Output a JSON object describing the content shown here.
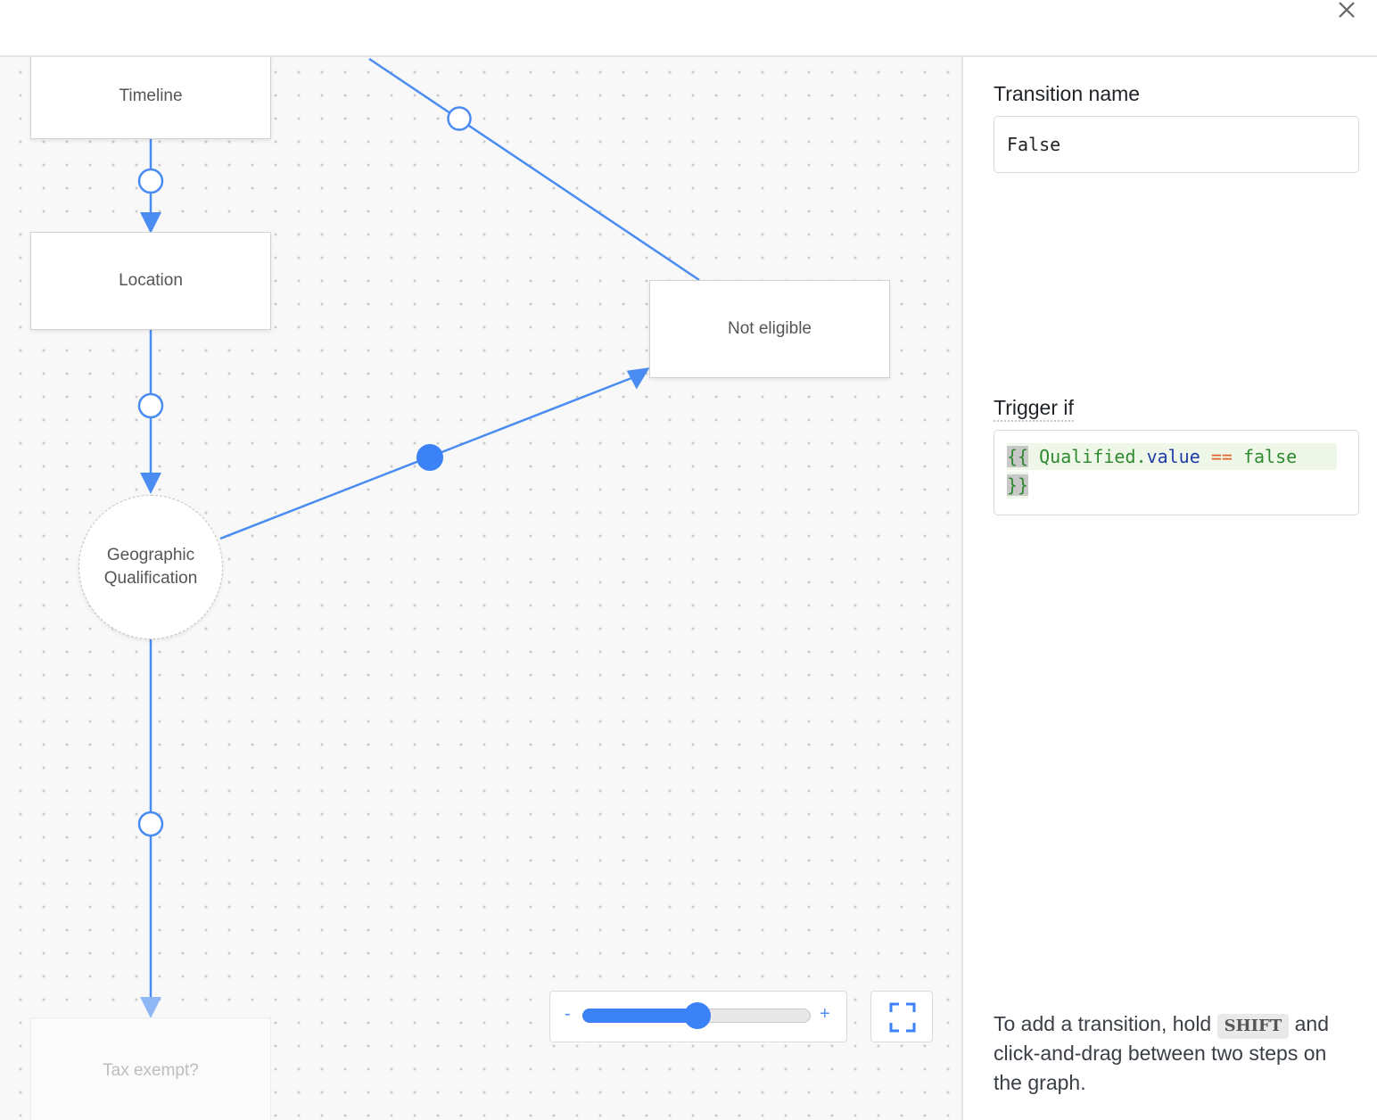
{
  "header": {
    "close_icon": "close-icon"
  },
  "graph": {
    "nodes": {
      "timeline": "Timeline",
      "location": "Location",
      "not_eligible": "Not eligible",
      "geographic_line1": "Geographic",
      "geographic_line2": "Qualification",
      "tax_exempt": "Tax exempt?"
    },
    "edge_color": "#4a8cf2",
    "zoom": {
      "minus_label": "-",
      "plus_label": "+",
      "level_fraction": 0.5
    },
    "fit_icon": "fullscreen-icon"
  },
  "panel": {
    "transition_name_label": "Transition name",
    "transition_name_value": "False",
    "trigger_label": "Trigger if",
    "trigger_code": {
      "open": "{{",
      "ident": "Qualified",
      "dot": ".",
      "prop": "value",
      "op": "==",
      "kw": "false",
      "close": "}}"
    },
    "hint_before": "To add a transition, hold",
    "hint_key": "SHIFT",
    "hint_after": "and click-and-drag between two steps on the graph."
  }
}
